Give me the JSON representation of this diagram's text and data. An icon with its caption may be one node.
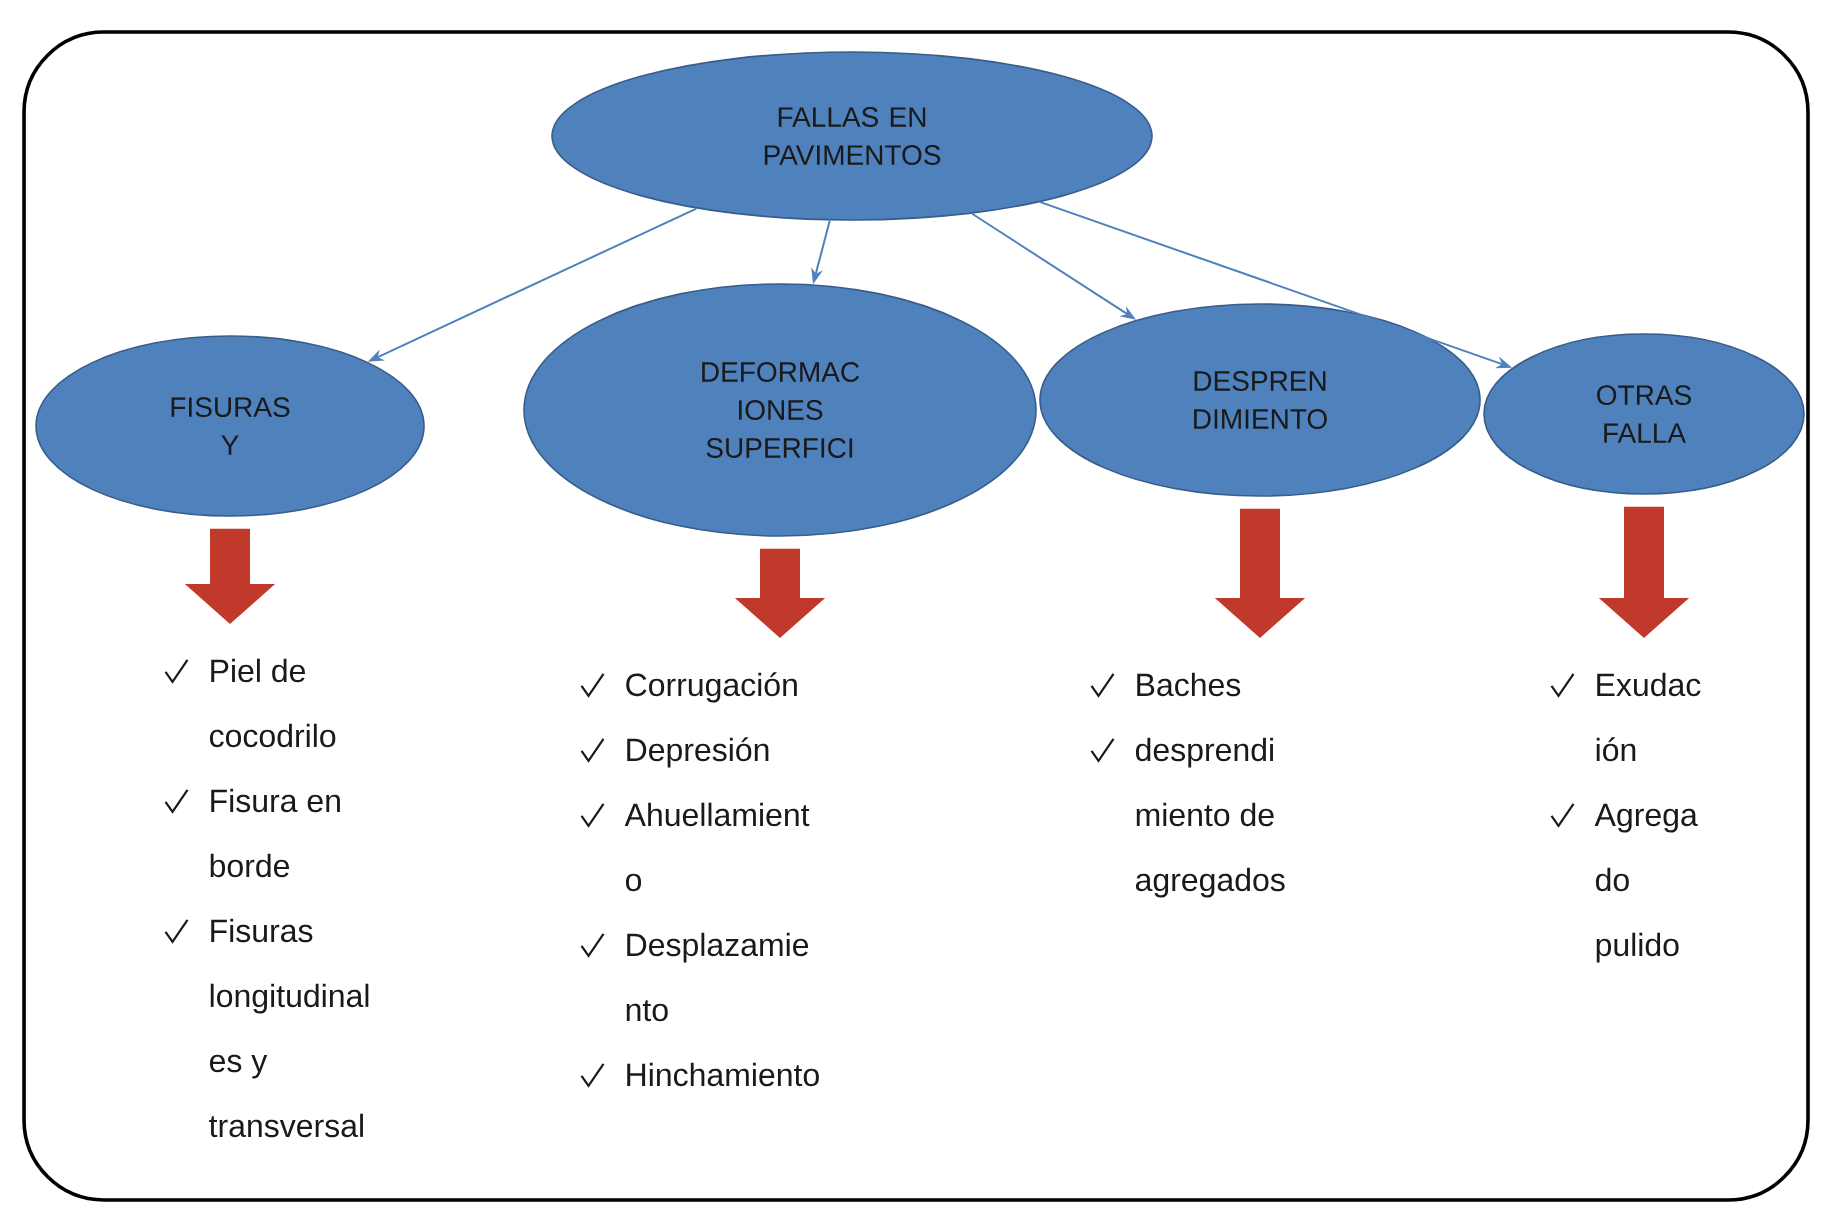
{
  "diagram": {
    "nodes": [
      {
        "text": [
          "FALLAS EN PAVIMENTOS"
        ]
      },
      {
        "text": [
          "FISURAS Y"
        ]
      },
      {
        "text": [
          "DEFORMAC IONES SUPERFICI"
        ]
      },
      {
        "text": [
          "DESPREN DIMIENTO"
        ]
      },
      {
        "text": [
          "OTRAS FALLA"
        ]
      },
      {
        "text": [
          "Piel de cocodrilo",
          "Fisura en borde",
          "Fisuras longitudinal es y transversal"
        ]
      },
      {
        "text": [
          "Corrugación",
          "Depresión",
          "Ahuellamient o",
          "Desplazamie nto",
          "Hinchamiento"
        ]
      },
      {
        "text": [
          "Baches",
          "desprendi miento de agregados"
        ]
      },
      {
        "text": [
          "Exudac ión",
          "Agrega do pulido"
        ]
      }
    ],
    "edges": [
      {
        "from": 0,
        "to": 1,
        "arrow": "to"
      },
      {
        "from": 0,
        "to": 2,
        "arrow": "to"
      },
      {
        "from": 0,
        "to": 3,
        "arrow": "to"
      },
      {
        "from": 0,
        "to": 4,
        "arrow": "to"
      },
      {
        "from": 1,
        "to": 5,
        "arrow": "to",
        "style": "thick",
        "color": "#c0392b"
      },
      {
        "from": 2,
        "to": 6,
        "arrow": "to",
        "style": "thick",
        "color": "#c0392b"
      },
      {
        "from": 3,
        "to": 7,
        "arrow": "to",
        "style": "thick",
        "color": "#c0392b"
      },
      {
        "from": 4,
        "to": 8,
        "arrow": "to",
        "style": "thick",
        "color": "#c0392b"
      }
    ]
  }
}
